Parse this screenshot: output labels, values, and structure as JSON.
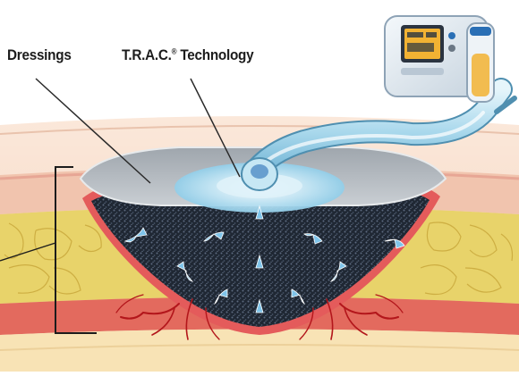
{
  "labels": {
    "dressings": "Dressings",
    "trac": "T.R.A.C.",
    "trac_mark": "®",
    "trac_suffix": " Technology"
  },
  "device": {
    "screen_color": "#f2b233",
    "body_color": "#dfe8f0",
    "accent_color": "#2a6fb5"
  },
  "colors": {
    "skin_top": "#f6dcc8",
    "skin_band": "#f4c7b0",
    "fat_yellow": "#e8d36a",
    "fat_outline": "#c9a83c",
    "muscle_red": "#e45b5b",
    "foam": "#1f2733",
    "foam_dots": "#5d6b80",
    "drape_blue": "#bfe4f4",
    "tube_blue": "#a9d8ec",
    "arrow_blue": "#7fc4ea",
    "vessel_red": "#b3161b"
  }
}
